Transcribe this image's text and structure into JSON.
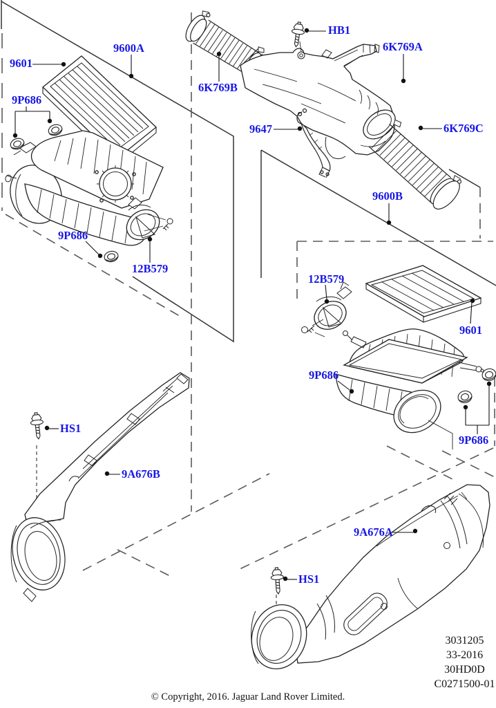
{
  "diagram": {
    "title_code": "C0271500-01",
    "colors": {
      "label_blue": "#1717e6",
      "line_black": "#222222",
      "dash_gray": "#5a5a5a"
    },
    "labels": [
      {
        "id": "callout-9601-left",
        "text": "9601"
      },
      {
        "id": "callout-9600A",
        "text": "9600A"
      },
      {
        "id": "callout-9P686-tl",
        "text": "9P686"
      },
      {
        "id": "callout-6K769B",
        "text": "6K769B"
      },
      {
        "id": "callout-HB1",
        "text": "HB1"
      },
      {
        "id": "callout-6K769A",
        "text": "6K769A"
      },
      {
        "id": "callout-9647",
        "text": "9647"
      },
      {
        "id": "callout-6K769C",
        "text": "6K769C"
      },
      {
        "id": "callout-9P686-left2",
        "text": "9P686"
      },
      {
        "id": "callout-12B579-left",
        "text": "12B579"
      },
      {
        "id": "callout-9600B",
        "text": "9600B"
      },
      {
        "id": "callout-12B579-right",
        "text": "12B579"
      },
      {
        "id": "callout-9601-right",
        "text": "9601"
      },
      {
        "id": "callout-9P686-r1",
        "text": "9P686"
      },
      {
        "id": "callout-9P686-r2",
        "text": "9P686"
      },
      {
        "id": "callout-HS1-left",
        "text": "HS1"
      },
      {
        "id": "callout-9A676B",
        "text": "9A676B"
      },
      {
        "id": "callout-9A676A",
        "text": "9A676A"
      },
      {
        "id": "callout-HS1-right",
        "text": "HS1"
      }
    ],
    "info_block": {
      "lines": [
        "3031205",
        "33-2016",
        "30HD0D",
        "C0271500-01"
      ]
    },
    "copyright": "© Copyright, 2016. Jaguar Land Rover Limited."
  }
}
